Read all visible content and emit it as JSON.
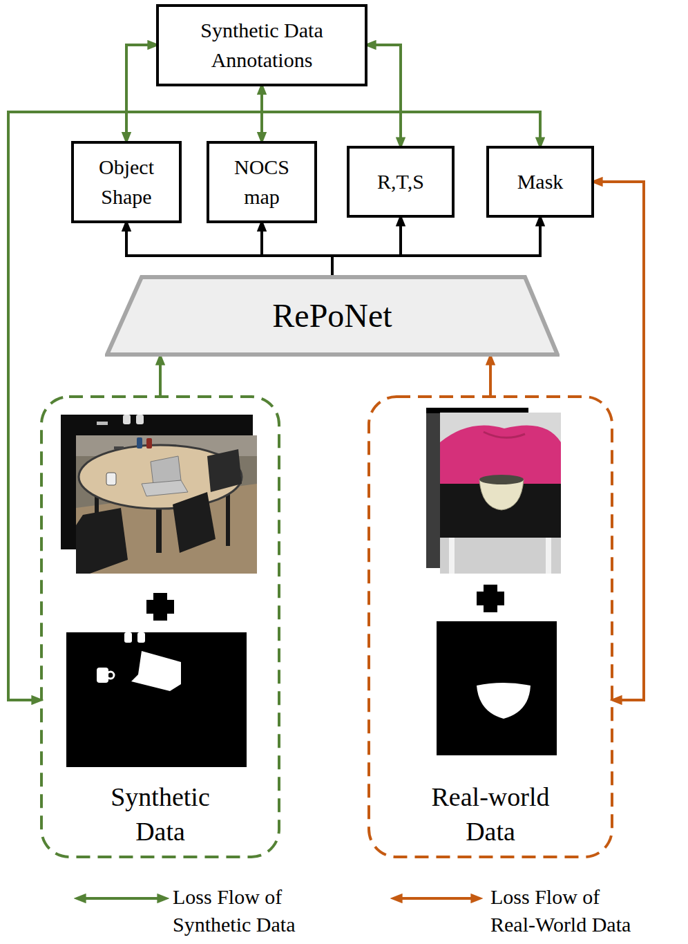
{
  "diagram": {
    "nodes": [
      {
        "text": [
          "Synthetic Data Annotations"
        ]
      },
      {
        "text": [
          "Object Shape"
        ]
      },
      {
        "text": [
          "NOCS map"
        ]
      },
      {
        "text": [
          "R,T,S"
        ]
      },
      {
        "text": [
          "Mask"
        ]
      },
      {
        "text": [
          "RePoNet"
        ]
      },
      {
        "text": [
          "Synthetic Data"
        ]
      },
      {
        "text": [
          "Real-world Data"
        ]
      }
    ],
    "edges": [
      {
        "from": 0,
        "to": 1,
        "arrow": "both"
      },
      {
        "from": 0,
        "to": 2,
        "arrow": "both"
      },
      {
        "from": 0,
        "to": 3,
        "arrow": "both"
      },
      {
        "from": 5,
        "to": 1,
        "arrow": "to"
      },
      {
        "from": 5,
        "to": 2,
        "arrow": "to"
      },
      {
        "from": 5,
        "to": 3,
        "arrow": "to"
      },
      {
        "from": 5,
        "to": 4,
        "arrow": "to"
      },
      {
        "from": 6,
        "to": 5,
        "arrow": "to"
      },
      {
        "from": 7,
        "to": 5,
        "arrow": "to"
      },
      {
        "from": 4,
        "to": 6,
        "arrow": "both"
      },
      {
        "from": 4,
        "to": 7,
        "arrow": "both"
      }
    ],
    "legend": [
      {
        "text": "Loss Flow of Synthetic Data"
      },
      {
        "text": "Loss Flow of Real-World Data"
      }
    ]
  }
}
